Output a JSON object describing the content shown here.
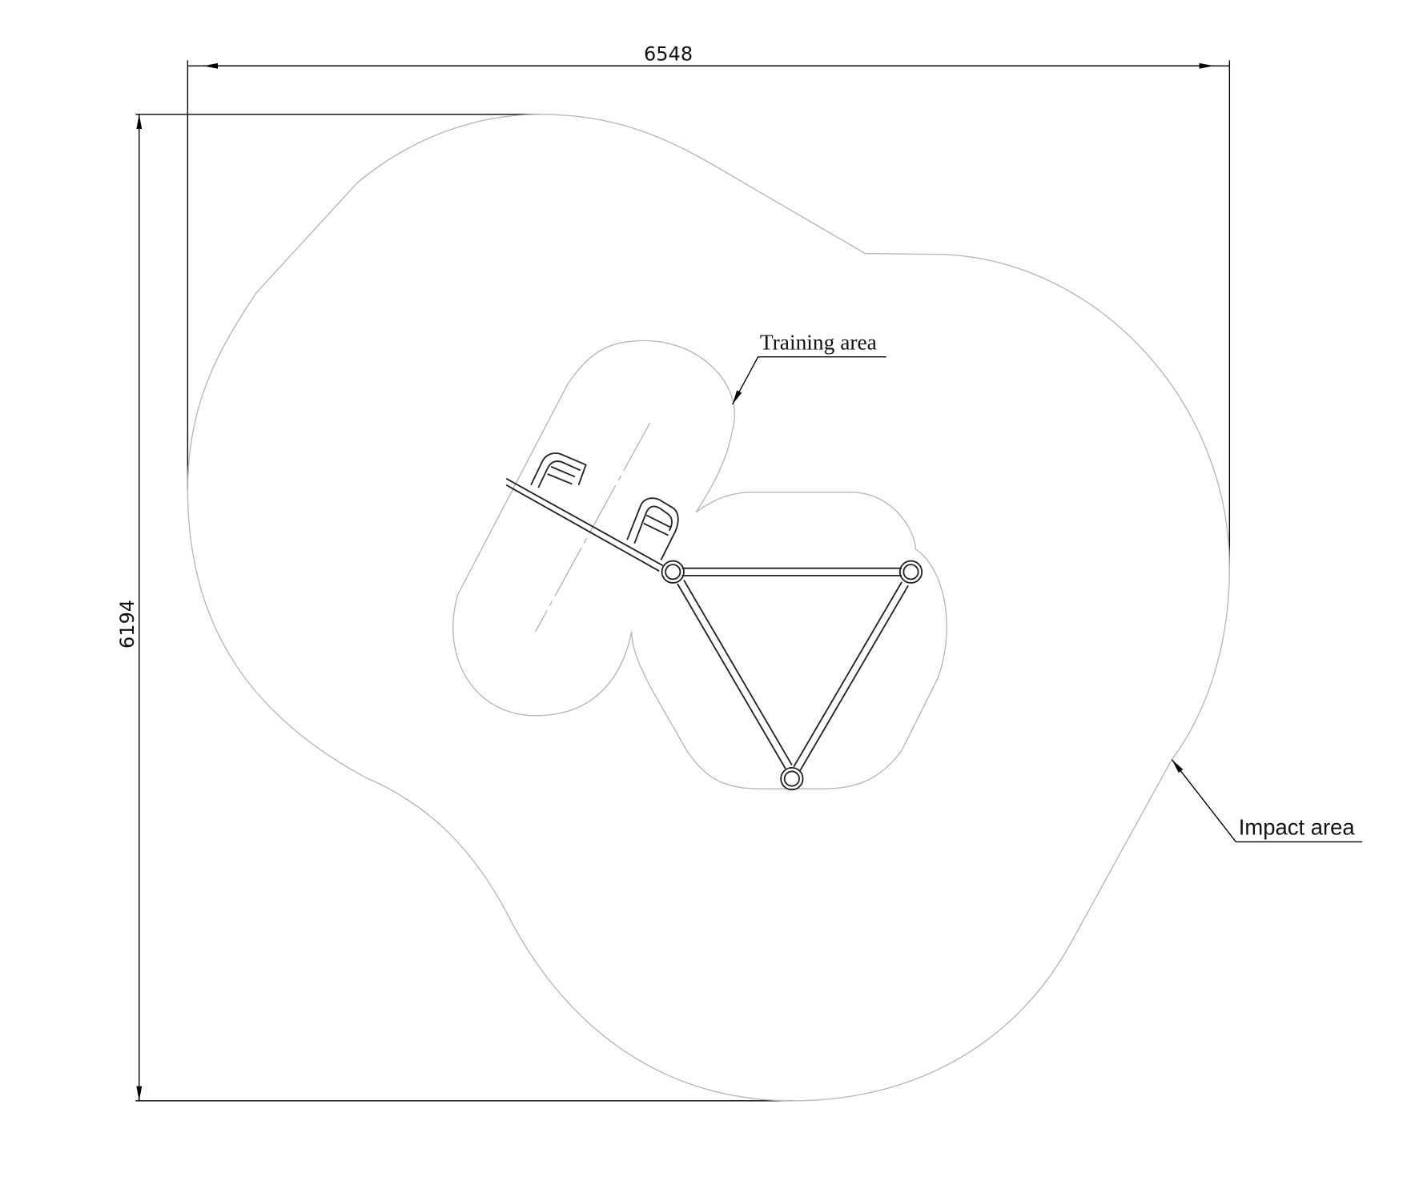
{
  "dimensions": {
    "width": "6548",
    "height": "6194"
  },
  "labels": {
    "training_area": "Training area",
    "impact_area": "Impact area"
  }
}
